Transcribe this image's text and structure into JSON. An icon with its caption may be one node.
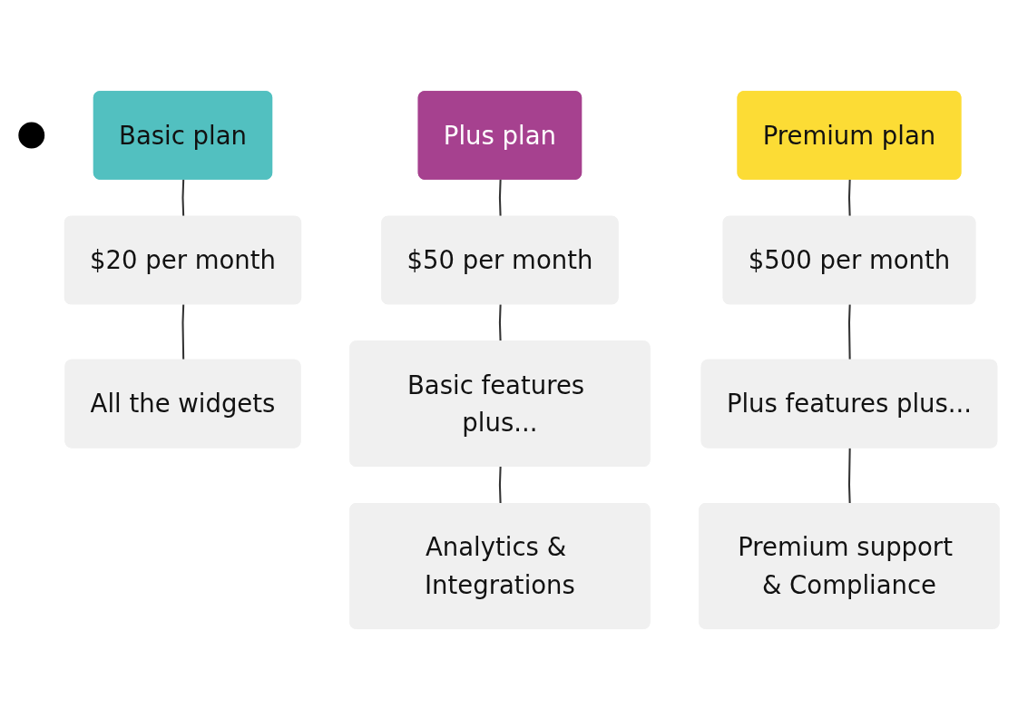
{
  "diagram": {
    "nodes": [
      {
        "text": [],
        "shape": "circle"
      },
      {
        "text": [
          "Basic plan"
        ]
      },
      {
        "text": [
          "Plus plan"
        ]
      },
      {
        "text": [
          "Premium plan"
        ]
      },
      {
        "text": [
          "$20 per month"
        ]
      },
      {
        "text": [
          "$50 per month"
        ]
      },
      {
        "text": [
          "$500 per month"
        ]
      },
      {
        "text": [
          "All the widgets"
        ]
      },
      {
        "text": [
          "Basic features plus..."
        ]
      },
      {
        "text": [
          "Plus features plus..."
        ]
      },
      {
        "text": [
          "Analytics & Integrations"
        ]
      },
      {
        "text": [
          "Premium support & Compliance"
        ]
      }
    ],
    "edges": [
      {
        "from": 1,
        "to": 4,
        "arrow": "none"
      },
      {
        "from": 4,
        "to": 7,
        "arrow": "none"
      },
      {
        "from": 2,
        "to": 5,
        "arrow": "none"
      },
      {
        "from": 5,
        "to": 8,
        "arrow": "none"
      },
      {
        "from": 8,
        "to": 10,
        "arrow": "none"
      },
      {
        "from": 3,
        "to": 6,
        "arrow": "none"
      },
      {
        "from": 6,
        "to": 9,
        "arrow": "none"
      },
      {
        "from": 9,
        "to": 11,
        "arrow": "none"
      }
    ]
  }
}
